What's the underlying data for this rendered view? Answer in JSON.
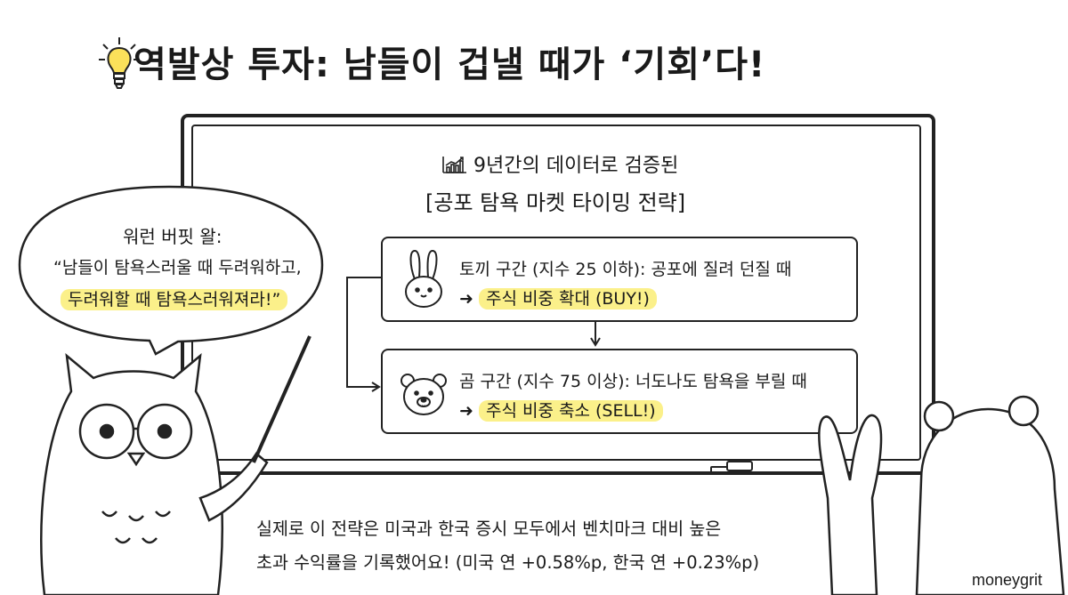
{
  "title": "역발상 투자: 남들이 겁낼 때가 ‘기회’다!",
  "board": {
    "subtitle_line1": "9년간의 데이터로 검증된",
    "subtitle_line2": "[공포 탐욕 마켓 타이밍 전략]",
    "rabbit_card": {
      "condition": "토끼 구간 (지수 25 이하): 공포에 질려 던질 때",
      "action": "주식 비중 확대 (BUY!)"
    },
    "bear_card": {
      "condition": "곰 구간 (지수 75 이상): 너도나도 탐욕을 부릴 때",
      "action": "주식 비중 축소 (SELL!)"
    }
  },
  "speech_bubble": {
    "speaker": "워런 버핏 왈:",
    "line1": "“남들이 탐욕스러울 때 두려워하고,",
    "line2": "두려워할 때 탐욕스러워져라!”"
  },
  "footer": {
    "line1": "실제로 이 전략은 미국과 한국 증시 모두에서 벤치마크 대비 높은",
    "line2": "초과 수익률을 기록했어요! (미국 연 +0.58%p, 한국 연 +0.23%p)"
  },
  "brand": "moneygrit",
  "colors": {
    "highlight": "#fbf08a",
    "ink": "#1a1a1a",
    "background": "#ffffff"
  },
  "icons": [
    "lightbulb-icon",
    "chart-icon",
    "rabbit-icon",
    "bear-icon",
    "arrow-right-icon",
    "owl-illustration",
    "pointer-stick",
    "rabbit-silhouette",
    "bear-silhouette"
  ]
}
